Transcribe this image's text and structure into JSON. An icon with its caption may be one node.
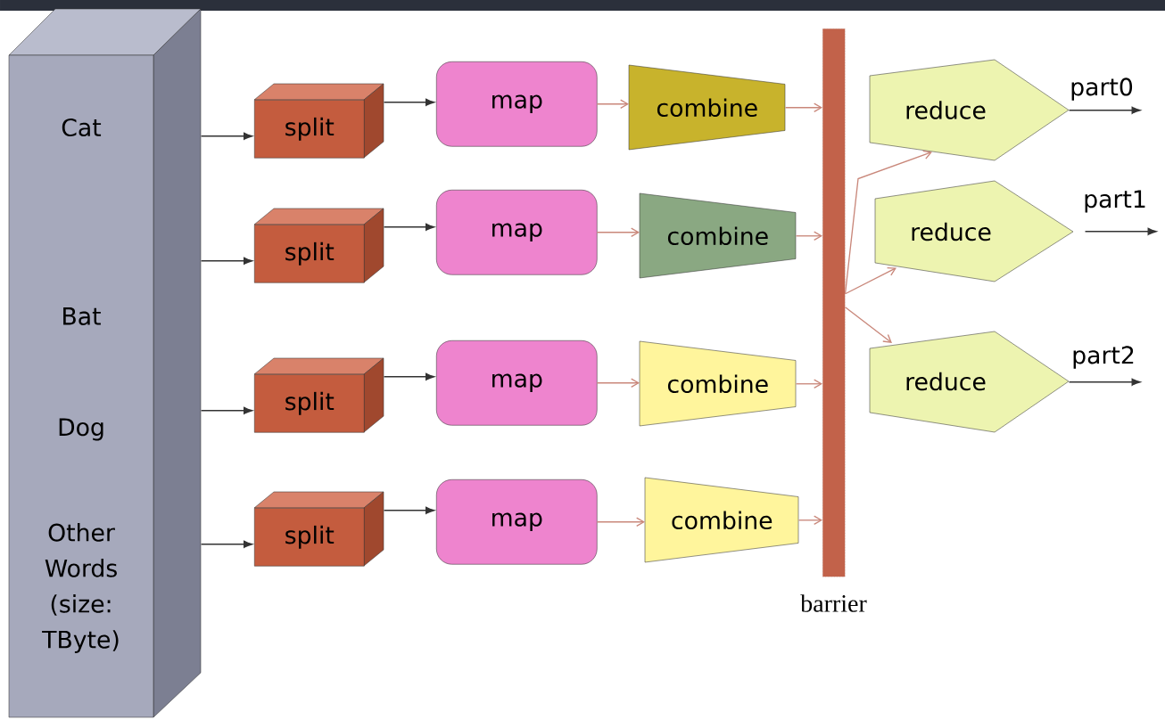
{
  "diagram": {
    "nodes": [
      {
        "text": [
          "Cat",
          "Bat",
          "Dog",
          "Other Words (size: TByte)"
        ]
      },
      {
        "text": [
          "split"
        ]
      },
      {
        "text": [
          "split"
        ]
      },
      {
        "text": [
          "split"
        ]
      },
      {
        "text": [
          "split"
        ]
      },
      {
        "text": [
          "map"
        ]
      },
      {
        "text": [
          "map"
        ]
      },
      {
        "text": [
          "map"
        ]
      },
      {
        "text": [
          "map"
        ]
      },
      {
        "text": [
          "combine"
        ]
      },
      {
        "text": [
          "combine"
        ]
      },
      {
        "text": [
          "combine"
        ]
      },
      {
        "text": [
          "combine"
        ]
      },
      {
        "text": [],
        "shape": "bar",
        "beside": [
          "barrier"
        ]
      },
      {
        "text": [
          "reduce"
        ]
      },
      {
        "text": [
          "reduce"
        ]
      },
      {
        "text": [
          "reduce"
        ]
      }
    ],
    "edges": [
      {
        "from": 0,
        "to": 1,
        "arrow": "to"
      },
      {
        "from": 0,
        "to": 2,
        "arrow": "to"
      },
      {
        "from": 0,
        "to": 3,
        "arrow": "to"
      },
      {
        "from": 0,
        "to": 4,
        "arrow": "to"
      },
      {
        "from": 1,
        "to": 5,
        "arrow": "to"
      },
      {
        "from": 2,
        "to": 6,
        "arrow": "to"
      },
      {
        "from": 3,
        "to": 7,
        "arrow": "to"
      },
      {
        "from": 4,
        "to": 8,
        "arrow": "to"
      },
      {
        "from": 5,
        "to": 9,
        "arrow": "to",
        "color": "#c9877a"
      },
      {
        "from": 6,
        "to": 10,
        "arrow": "to",
        "color": "#c9877a"
      },
      {
        "from": 7,
        "to": 11,
        "arrow": "to",
        "color": "#c9877a"
      },
      {
        "from": 8,
        "to": 12,
        "arrow": "to",
        "color": "#c9877a"
      },
      {
        "from": 9,
        "to": 13,
        "arrow": "to",
        "color": "#c9877a"
      },
      {
        "from": 10,
        "to": 13,
        "arrow": "to",
        "color": "#c9877a"
      },
      {
        "from": 11,
        "to": 13,
        "arrow": "to",
        "color": "#c9877a"
      },
      {
        "from": 12,
        "to": 13,
        "arrow": "to",
        "color": "#c9877a"
      },
      {
        "from": 13,
        "to": 14,
        "arrow": "to",
        "color": "#c9877a"
      },
      {
        "from": 13,
        "to": 15,
        "arrow": "to",
        "color": "#c9877a"
      },
      {
        "from": 13,
        "to": 16,
        "arrow": "to",
        "color": "#c9877a"
      },
      {
        "from": 14,
        "to": null,
        "arrow": "to",
        "label": "part0"
      },
      {
        "from": 15,
        "to": null,
        "arrow": "to",
        "label": "part1"
      },
      {
        "from": 16,
        "to": null,
        "arrow": "to",
        "label": "part2"
      }
    ]
  }
}
